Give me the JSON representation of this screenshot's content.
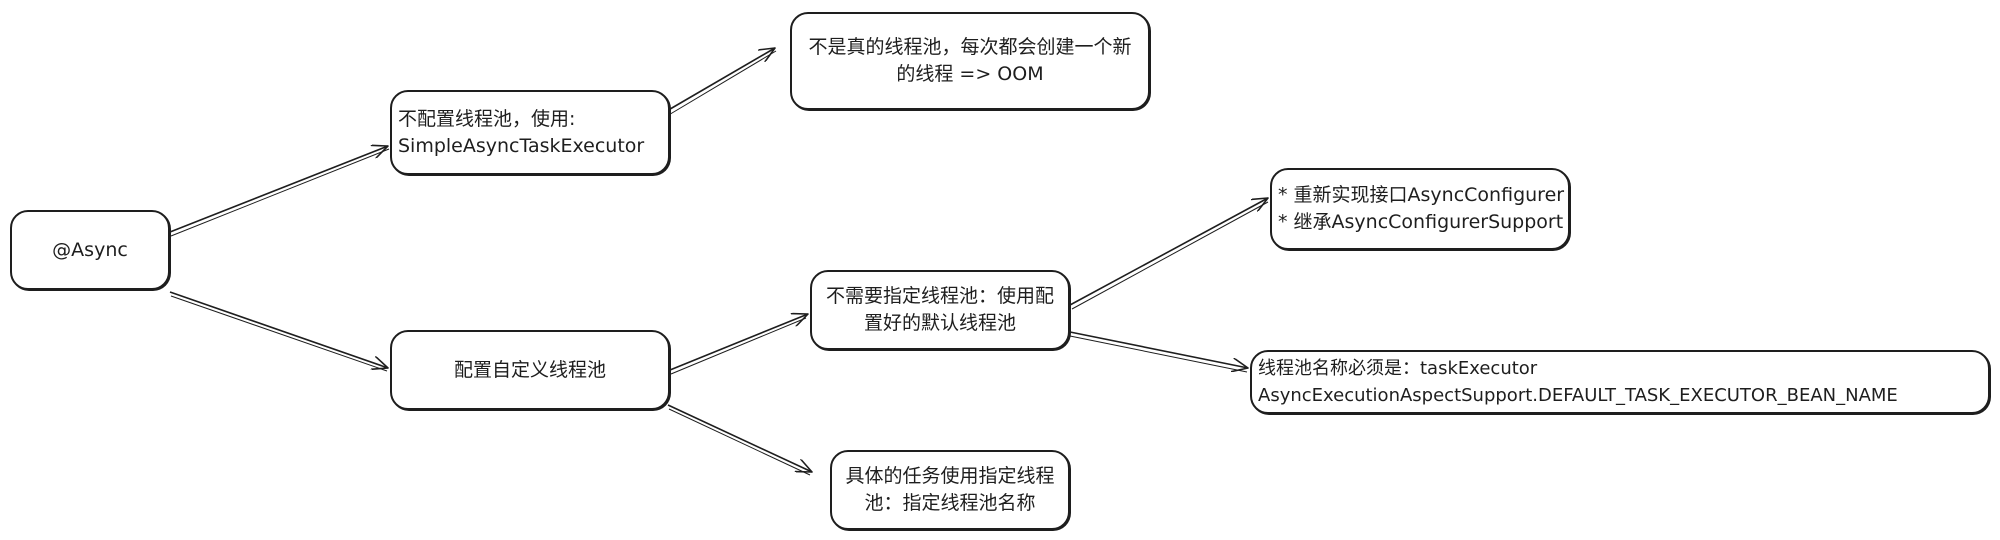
{
  "nodes": {
    "async": {
      "lines": [
        "@Async"
      ]
    },
    "simple": {
      "lines": [
        "不配置线程池，使用:",
        "SimpleAsyncTaskExecutor"
      ]
    },
    "not_pool": {
      "lines": [
        "不是真的线程池，每次都会创建一个新",
        "的线程 => OOM"
      ]
    },
    "custom": {
      "lines": [
        "配置自定义线程池"
      ]
    },
    "default_pool": {
      "lines": [
        "不需要指定线程池：使用配",
        "置好的默认线程池"
      ]
    },
    "task_pool": {
      "lines": [
        "具体的任务使用指定线程",
        "池：指定线程池名称"
      ]
    },
    "implement": {
      "lines": [
        "* 重新实现接口AsyncConfigurer",
        "* 继承AsyncConfigurerSupport"
      ]
    },
    "bean_name": {
      "lines": [
        "线程池名称必须是：taskExecutor",
        "AsyncExecutionAspectSupport.DEFAULT_TASK_EXECUTOR_BEAN_NAME"
      ]
    }
  },
  "colors": {
    "stroke": "#1e1e1e",
    "background": "#ffffff"
  }
}
